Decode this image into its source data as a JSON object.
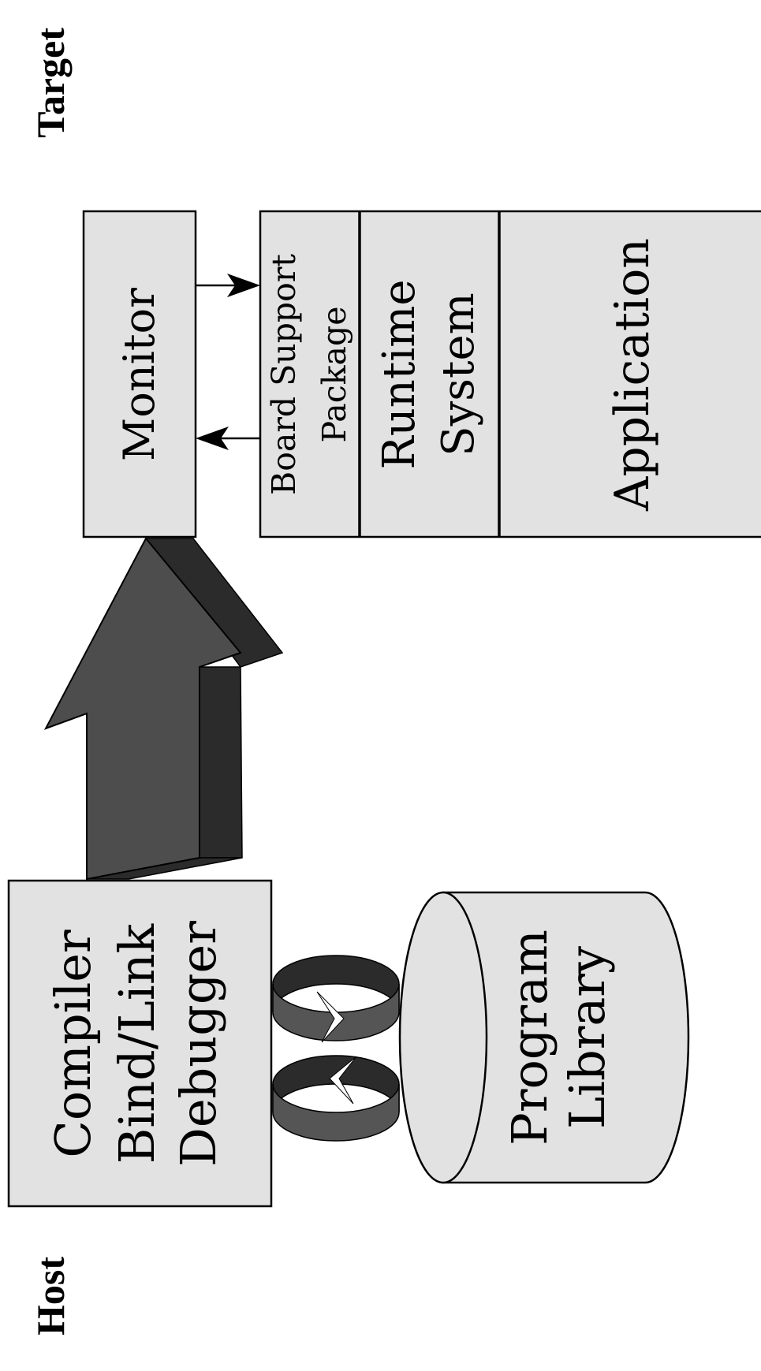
{
  "labels": {
    "host": "Host",
    "target": "Target",
    "compiler_box": [
      "Compiler",
      "Bind/Link",
      "Debugger"
    ],
    "program_library": [
      "Program",
      "Library"
    ],
    "monitor": "Monitor",
    "board_support": [
      "Board Support",
      "Package"
    ],
    "runtime_system": [
      "Runtime",
      "System"
    ],
    "application": "Application"
  },
  "colors": {
    "box_fill": "#e2e2e2",
    "arrow_face": "#4d4d4d",
    "arrow_side": "#2b2b2b",
    "stroke": "#000000"
  }
}
